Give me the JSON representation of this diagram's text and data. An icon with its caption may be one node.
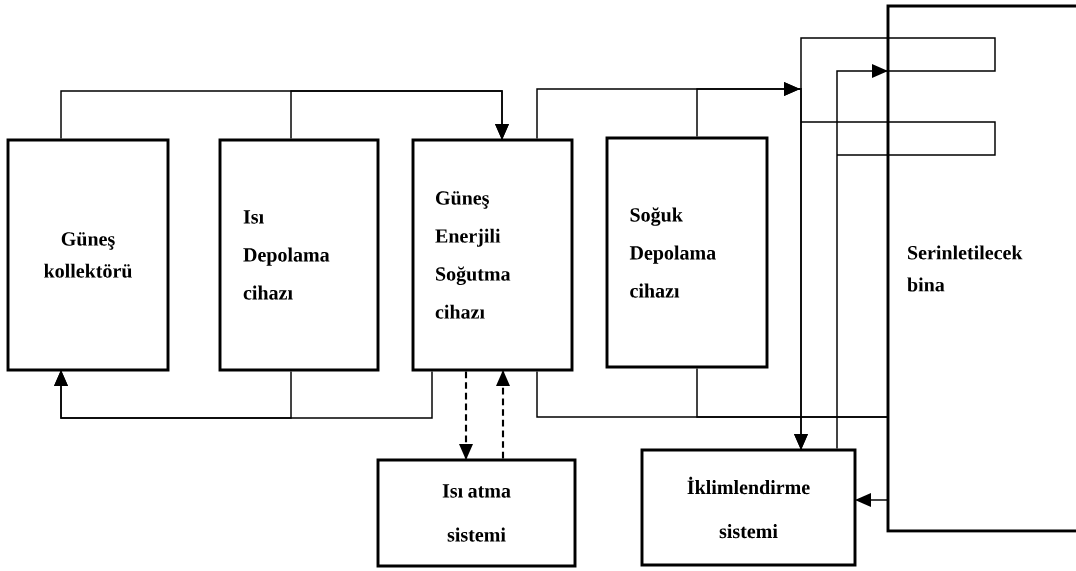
{
  "diagram": {
    "nodes": [
      {
        "text": [
          "Güneş kollektörü"
        ]
      },
      {
        "text": [
          "Isı Depolama cihazı"
        ]
      },
      {
        "text": [
          "Güneş Enerjili Soğutma cihazı"
        ]
      },
      {
        "text": [
          "Soğuk Depolama cihazı"
        ]
      },
      {
        "text": [
          "Serinletilecek bina"
        ]
      },
      {
        "text": [
          "Isı atma sistemi"
        ]
      },
      {
        "text": [
          "İklimlendirme sistemi"
        ]
      }
    ],
    "edges": [
      {
        "from": 0,
        "to": 2,
        "arrow": "to"
      },
      {
        "from": 1,
        "to": 2,
        "arrow": "to"
      },
      {
        "from": 2,
        "to": 6,
        "arrow": "to"
      },
      {
        "from": 3,
        "to": 6,
        "arrow": "to"
      },
      {
        "from": 6,
        "to": 4,
        "arrow": "to"
      },
      {
        "from": 4,
        "to": 6,
        "arrow": "to"
      },
      {
        "from": 2,
        "to": 0,
        "arrow": "to"
      },
      {
        "from": 1,
        "to": 0,
        "arrow": "to"
      },
      {
        "from": 4,
        "to": 2,
        "arrow": "none"
      },
      {
        "from": 4,
        "to": 3,
        "arrow": "none"
      },
      {
        "from": 2,
        "to": 5,
        "arrow": "to",
        "style": "dashed"
      },
      {
        "from": 5,
        "to": 2,
        "arrow": "to",
        "style": "dashed"
      }
    ]
  }
}
